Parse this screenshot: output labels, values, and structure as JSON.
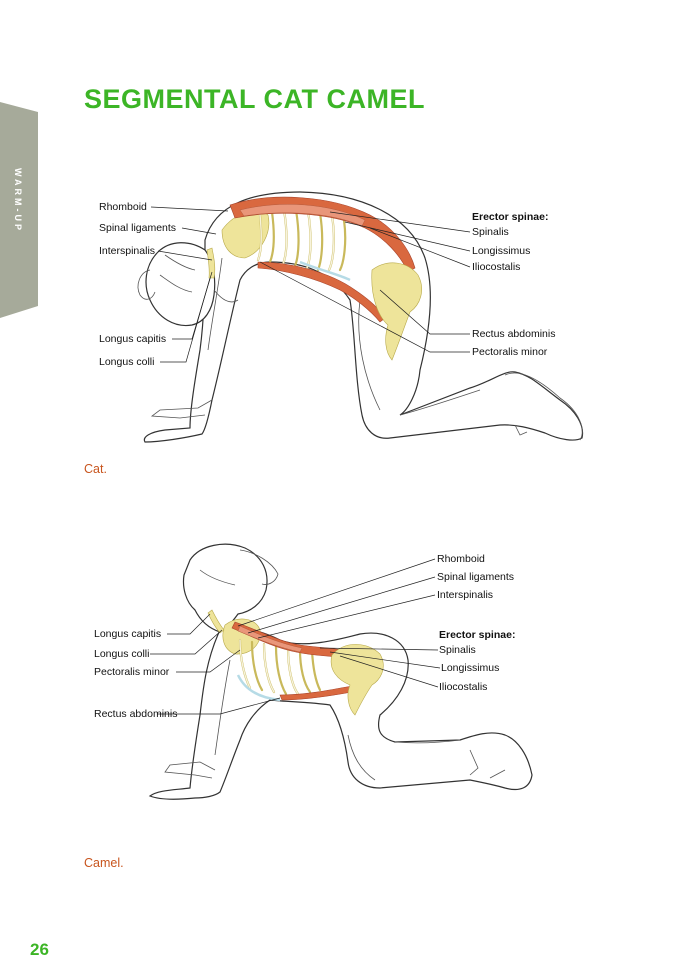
{
  "side_tab": {
    "label": "WARM-UP",
    "color": "#a6aa9a"
  },
  "page": {
    "title": "SEGMENTAL CAT CAMEL",
    "number": "26",
    "title_color": "#3cb526"
  },
  "figures": {
    "cat": {
      "caption": "Cat.",
      "labels": {
        "rhomboid": "Rhomboid",
        "spinal_ligaments": "Spinal ligaments",
        "interspinalis": "Interspinalis",
        "longus_capitis": "Longus capitis",
        "longus_colli": "Longus colli",
        "erector_spinae": "Erector spinae:",
        "spinalis": "Spinalis",
        "longissimus": "Longissimus",
        "iliocostalis": "Iliocostalis",
        "rectus_abdominis": "Rectus abdominis",
        "pectoralis_minor": "Pectoralis minor"
      }
    },
    "camel": {
      "caption": "Camel.",
      "labels": {
        "rhomboid": "Rhomboid",
        "spinal_ligaments": "Spinal ligaments",
        "interspinalis": "Interspinalis",
        "longus_capitis": "Longus capitis",
        "longus_colli": "Longus colli",
        "pectoralis_minor": "Pectoralis minor",
        "rectus_abdominis": "Rectus abdominis",
        "erector_spinae": "Erector spinae:",
        "spinalis": "Spinalis",
        "longissimus": "Longissimus",
        "iliocostalis": "Iliocostalis"
      }
    }
  }
}
